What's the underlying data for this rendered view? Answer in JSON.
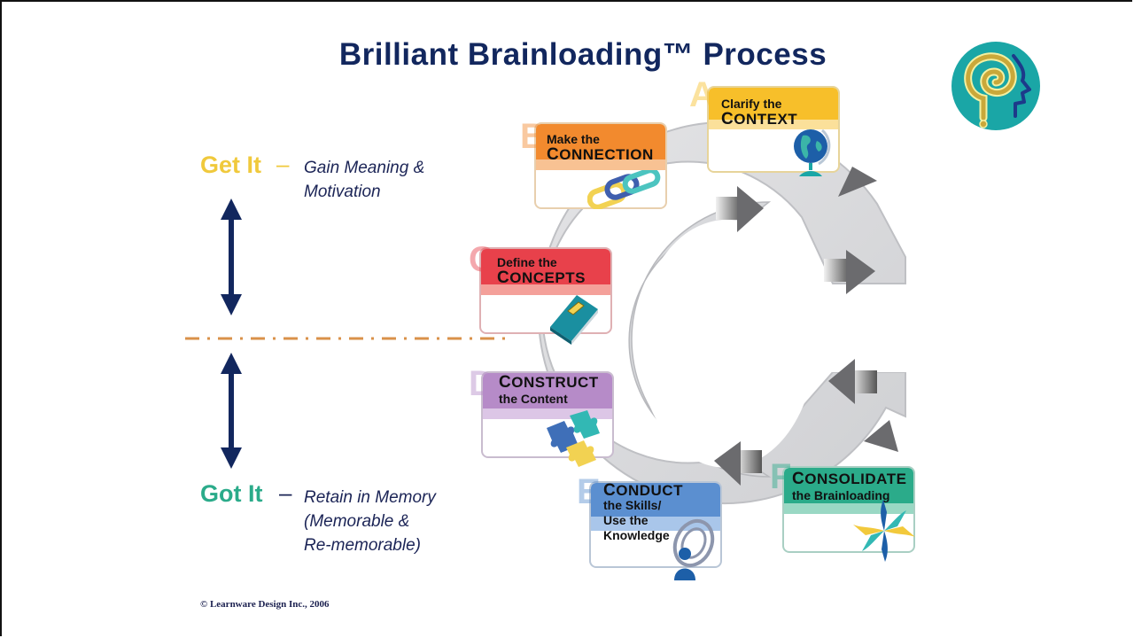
{
  "title": "Brilliant Brainloading™ Process",
  "logo": {
    "icon": "spiral-head-question-logo-icon",
    "colors": {
      "bg": "#1aa6a6",
      "spiral": "#c9a83a",
      "profile": "#1d3a8a"
    }
  },
  "left_panel": {
    "get_it": {
      "label": "Get It",
      "dash": "–",
      "desc_line1": "Gain Meaning &",
      "desc_line2": "Motivation",
      "color": "#f0c93c"
    },
    "got_it": {
      "label": "Got It",
      "dash": "–",
      "desc_line1": "Retain in Memory",
      "desc_line2": "(Memorable &",
      "desc_line3": "Re-memorable)",
      "color": "#2bab8a"
    },
    "arrow_icon": "double-headed-vertical-arrow-icon",
    "divider": "dash-dot-divider"
  },
  "steps": [
    {
      "letter": "A",
      "line1": "Clarify the",
      "big_first": "C",
      "big_rest": "ONTEXT",
      "big_position": "second",
      "icon": "globe-icon",
      "color": "#f7bf2a",
      "light": "#fbe09a"
    },
    {
      "letter": "B",
      "line1": "Make the",
      "big_first": "C",
      "big_rest": "ONNECTION",
      "big_position": "second",
      "icon": "chain-link-icon",
      "color": "#f28a2e",
      "light": "#f8c293"
    },
    {
      "letter": "C",
      "line1": "Define the",
      "big_first": "C",
      "big_rest": "ONCEPTS",
      "big_position": "second",
      "icon": "book-icon",
      "color": "#e8414b",
      "light": "#f4a09a"
    },
    {
      "letter": "D",
      "line1": "the Content",
      "big_first": "C",
      "big_rest": "ONSTRUCT",
      "big_position": "first",
      "icon": "puzzle-pieces-icon",
      "color": "#b68bc8",
      "light": "#dcc6e6"
    },
    {
      "letter": "E",
      "line1": "the Skills/",
      "line2": "Use the",
      "line3": "Knowledge",
      "big_first": "C",
      "big_rest": "ONDUCT",
      "big_position": "first",
      "icon": "person-target-icon",
      "color": "#5b8fd0",
      "light": "#a9c6ea"
    },
    {
      "letter": "F",
      "line1": "the Brainloading",
      "big_first": "C",
      "big_rest": "ONSOLIDATE",
      "big_position": "first",
      "icon": "pinwheel-arrows-icon",
      "color": "#2bab8a",
      "light": "#9ad8c4"
    }
  ],
  "copyright": "© Learnware Design Inc., 2006"
}
